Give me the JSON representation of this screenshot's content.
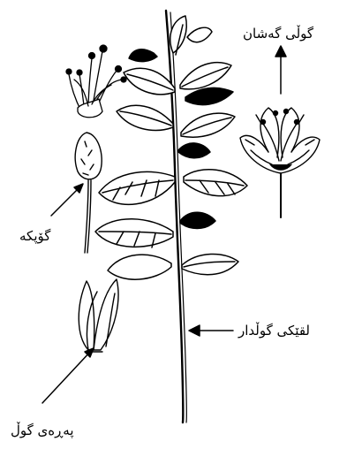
{
  "labels": {
    "open_flower": "گوڵی گەشان",
    "bud": "گۆپکە",
    "flowering_branch": "لقێکی گوڵدار",
    "petal": "پەڕەی گوڵ"
  }
}
